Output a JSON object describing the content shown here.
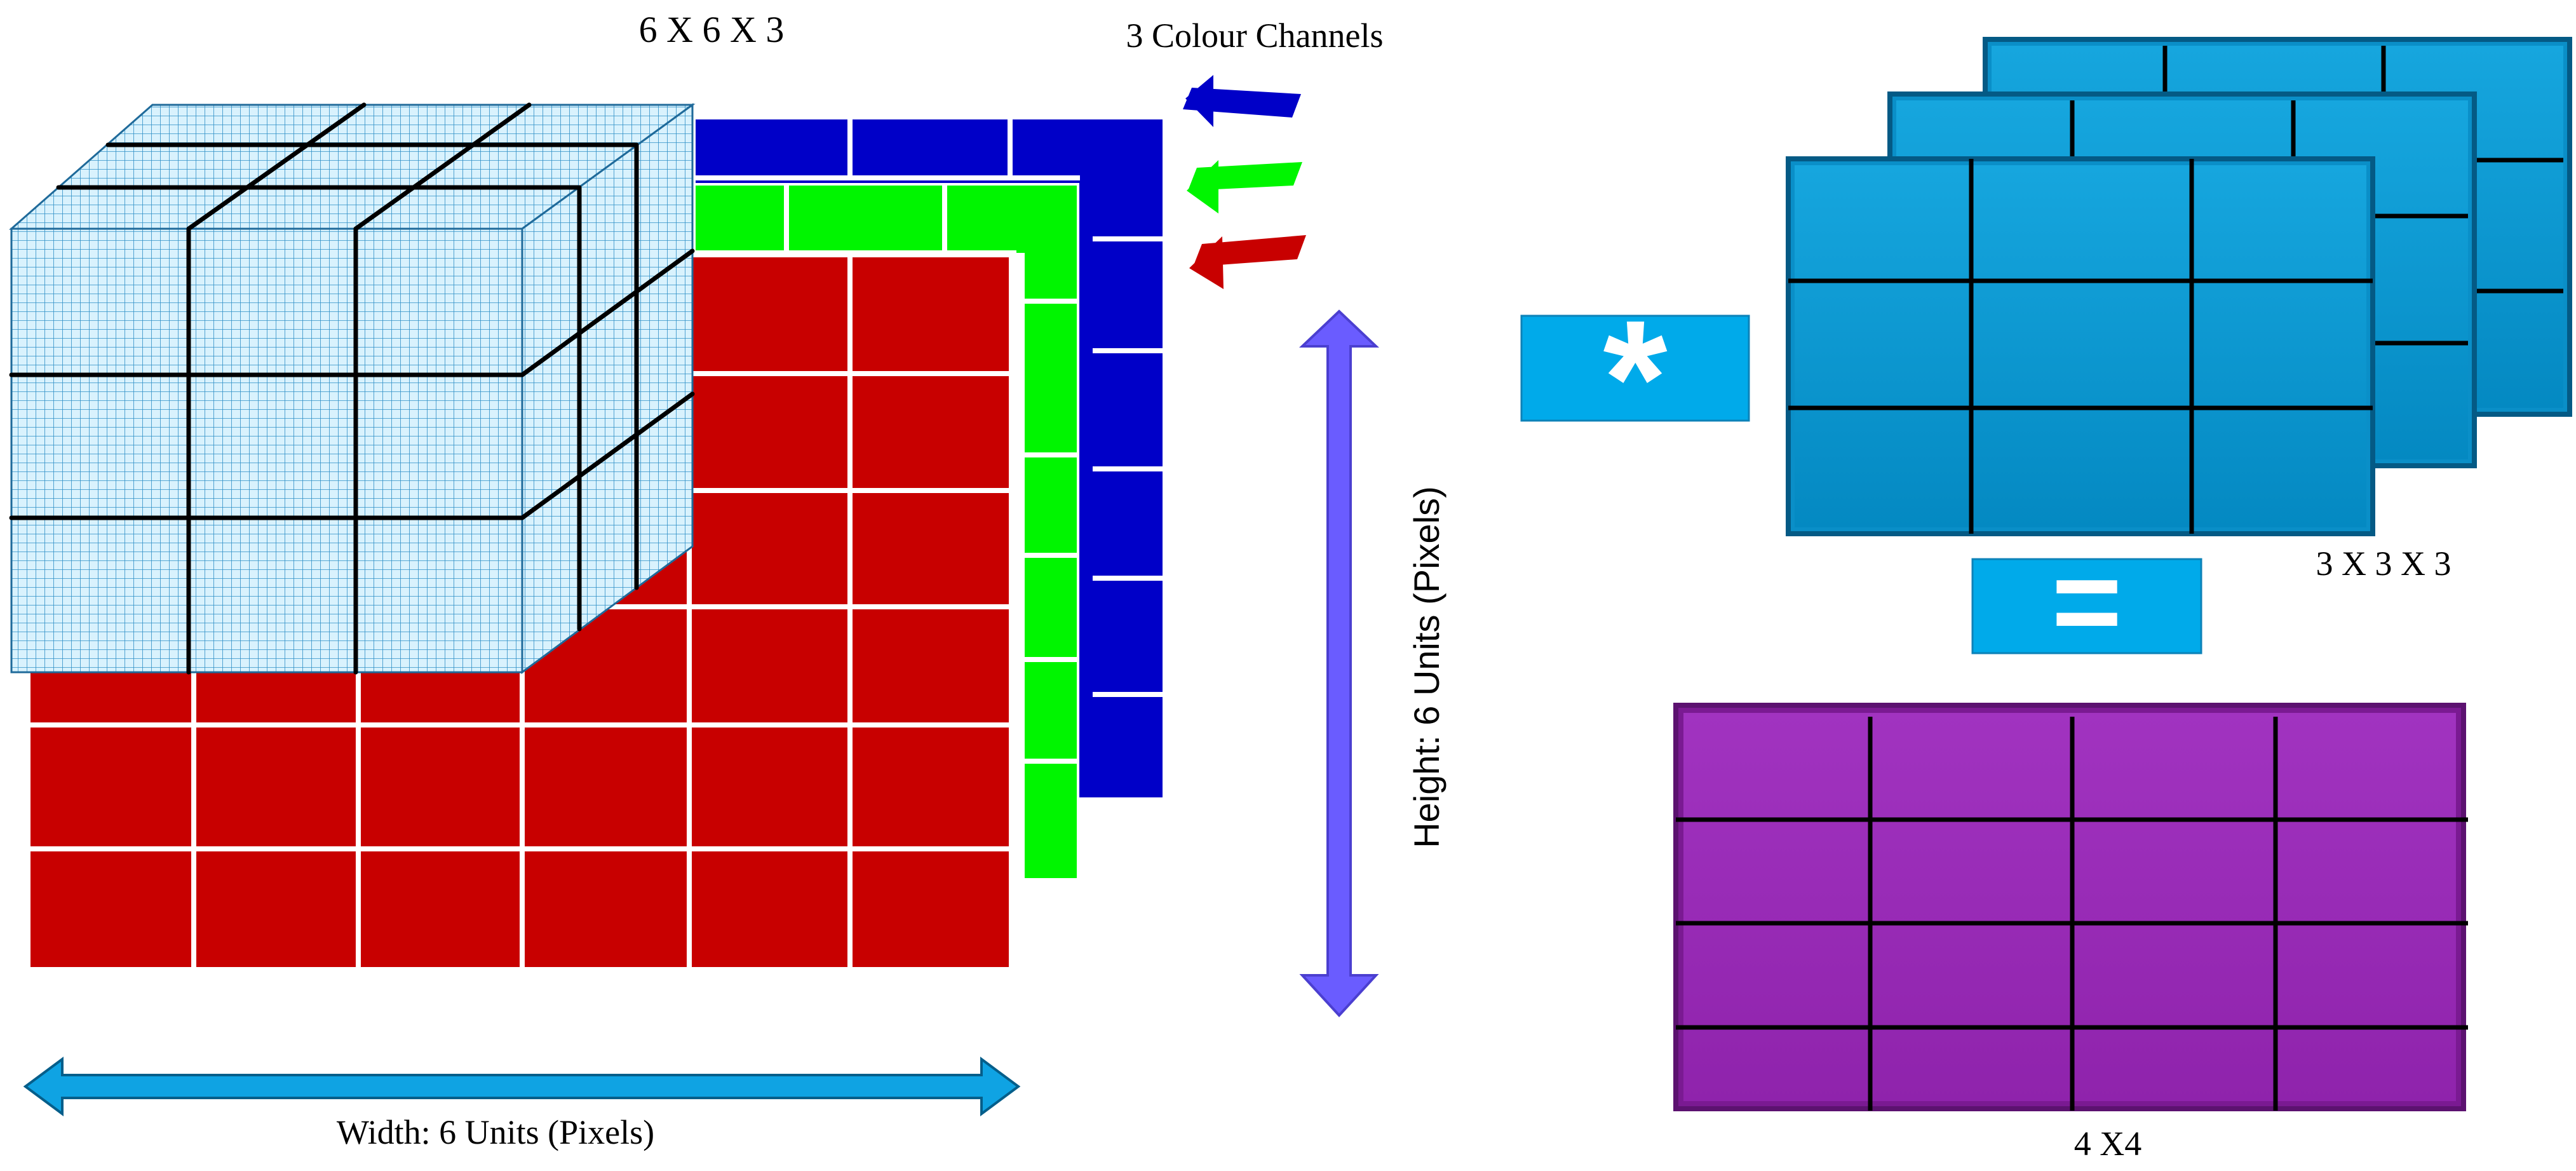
{
  "labels": {
    "input_dims": "6 X 6 X 3",
    "channels": "3 Colour Channels",
    "height": "Height: 6 Units (Pixels)",
    "width": "Width:  6 Units (Pixels)",
    "filter_dims": "3 X 3 X 3",
    "output_dims": "4 X4"
  },
  "operators": {
    "convolve": "*",
    "equals": "="
  },
  "colors": {
    "red_channel": "#c80000",
    "green_channel": "#00f500",
    "blue_channel": "#0000c8",
    "filter_cube": "#c9ecfa",
    "filter_fill": "#0899d3",
    "operator_box": "#00aaea",
    "output_fill": "#9528b2",
    "height_arrow": "#6a5cff",
    "width_arrow": "#0fa3e3"
  },
  "grids": {
    "input_channels": 3,
    "input_rows": 6,
    "input_cols": 6,
    "filter_rows": 3,
    "filter_cols": 3,
    "filter_layers": 3,
    "output_rows": 4,
    "output_cols": 4
  }
}
